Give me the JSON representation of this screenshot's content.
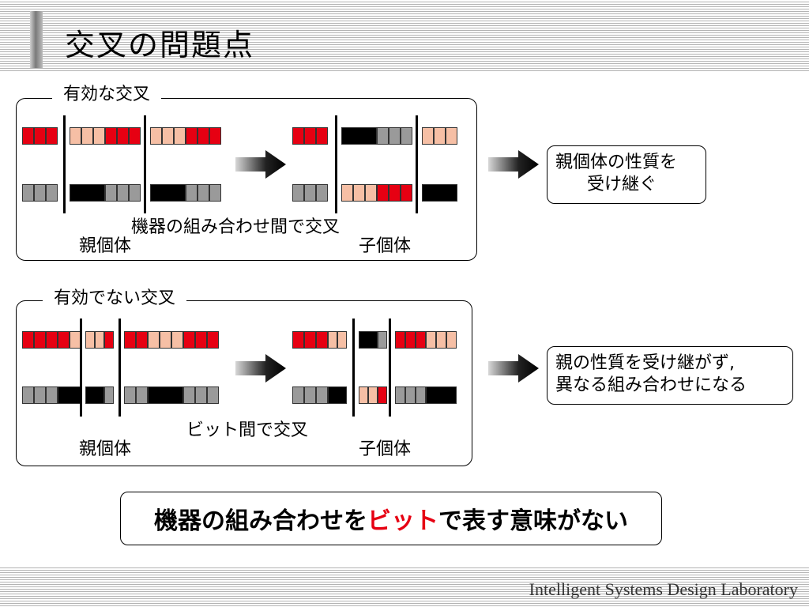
{
  "slide_title": "交叉の問題点",
  "footer": "Intelligent Systems Design Laboratory",
  "panels": [
    {
      "heading": "有効な交叉",
      "method_label": "機器の組み合わせ間で交叉",
      "parent_label": "親個体",
      "child_label": "子個体",
      "result": [
        "親個体の性質を",
        "受け継ぐ"
      ]
    },
    {
      "heading": "有効でない交叉",
      "method_label": "ビット間で交叉",
      "parent_label": "親個体",
      "child_label": "子個体",
      "result": [
        "親の性質を受け継がず,",
        "異なる組み合わせになる"
      ]
    }
  ],
  "conclusion": {
    "before": "機器の組み合わせを",
    "highlight": "ビット",
    "after": "で表す意味がない"
  },
  "colors": {
    "red": "#e60012",
    "pink": "#f6bfa5",
    "gray": "#9a9a9a",
    "black": "#000000"
  }
}
